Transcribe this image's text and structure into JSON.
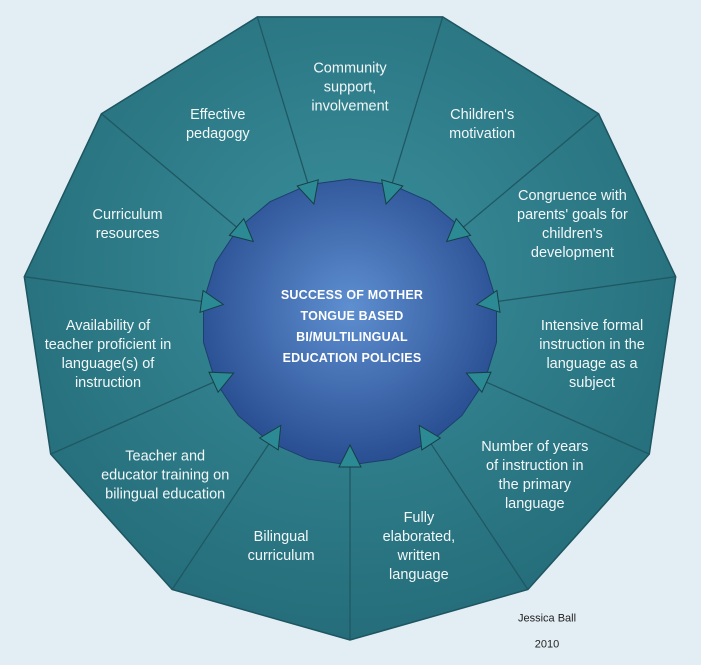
{
  "diagram": {
    "center_text": "SUCCESS OF MOTHER\nTONGUE BASED\nBI/MULTILINGUAL\nEDUCATION POLICIES",
    "segments": [
      {
        "label": "Effective\npedagogy"
      },
      {
        "label": "Community\nsupport,\ninvolvement"
      },
      {
        "label": "Children's\nmotivation"
      },
      {
        "label": "Congruence with\nparents' goals for\nchildren's\ndevelopment"
      },
      {
        "label": "Intensive formal\ninstruction in the\nlanguage as a\nsubject"
      },
      {
        "label": "Number of years\nof instruction in\nthe primary\nlanguage"
      },
      {
        "label": "Fully\nelaborated,\nwritten\nlanguage"
      },
      {
        "label": "Bilingual\ncurriculum"
      },
      {
        "label": "Teacher and\neducator training on\nbilingual education"
      },
      {
        "label": "Availability of\nteacher proficient in\nlanguage(s) of\ninstruction"
      },
      {
        "label": "Curriculum\nresources"
      }
    ],
    "author": "Jessica Ball",
    "year": "2010"
  },
  "colors": {
    "outer_fill": "#2c7a88",
    "outer_edge": "#1d5560",
    "divider": "#1f5863",
    "center_light": "#5e8fd0",
    "center_dark": "#24488c",
    "arrow_fill": "#2c8a94",
    "background": "#e3eef4"
  }
}
